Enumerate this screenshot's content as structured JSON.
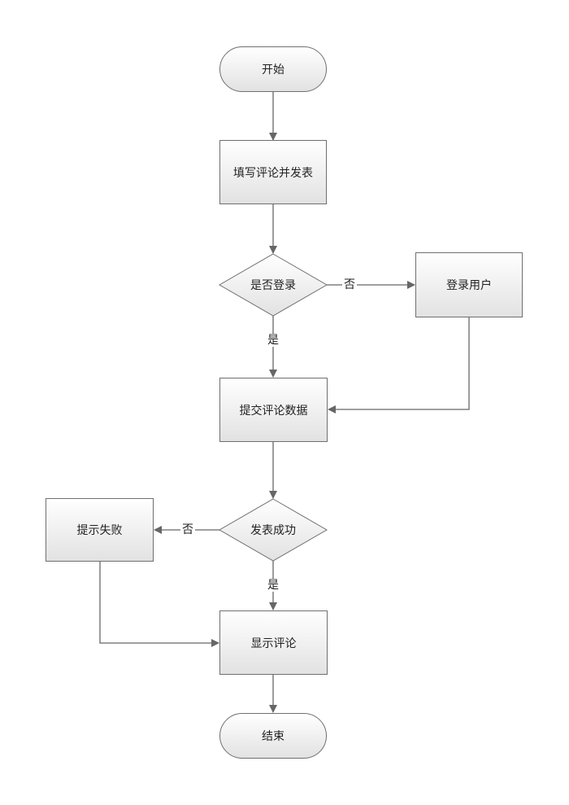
{
  "nodes": {
    "start": "开始",
    "write_comment": "填写评论并发表",
    "is_logged_in": "是否登录",
    "login_user": "登录用户",
    "submit_comment": "提交评论数据",
    "publish_success": "发表成功",
    "show_failure": "提示失败",
    "show_comment": "显示评论",
    "end": "结束"
  },
  "edges": {
    "login_no": "否",
    "login_yes": "是",
    "success_no": "否",
    "success_yes": "是"
  }
}
